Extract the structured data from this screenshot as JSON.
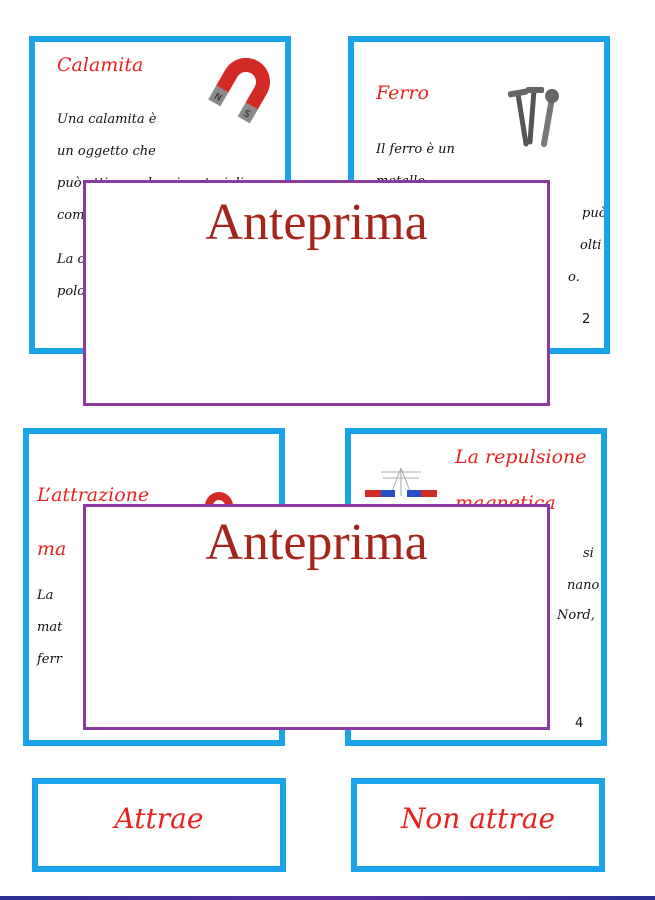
{
  "cards": [
    {
      "title": "Calamita",
      "lines": [
        "Una calamita è",
        "un oggetto che",
        "può attirare alcuni materiali",
        "come",
        "La c",
        "polo"
      ],
      "number": ""
    },
    {
      "title": "Ferro",
      "lines": [
        "Il ferro è un",
        "metallo",
        "può",
        "olti",
        "o."
      ],
      "number": "2"
    },
    {
      "title": "L’attrazione",
      "title2": "ma",
      "lines": [
        "La",
        "mat",
        "ferr"
      ],
      "number": ""
    },
    {
      "title": "La repulsione",
      "title2": "magnetica",
      "lines": [
        "si",
        "nano",
        "Nord,"
      ],
      "number": "4"
    }
  ],
  "overlay": {
    "text": "Anteprima"
  },
  "labels": {
    "attrae": "Attrae",
    "non_attrae": "Non attrae"
  },
  "icons": {
    "magnet": "horseshoe-magnet-icon",
    "nails": "nails-screw-icon",
    "repulsion": "bar-magnets-repulsion-icon",
    "magnet_partial": "horseshoe-magnet-partial-icon"
  },
  "colors": {
    "border": "#1aa3e8",
    "title_red": "#e8231f",
    "overlay_border": "#8b3aa0",
    "overlay_text": "#a52518"
  }
}
